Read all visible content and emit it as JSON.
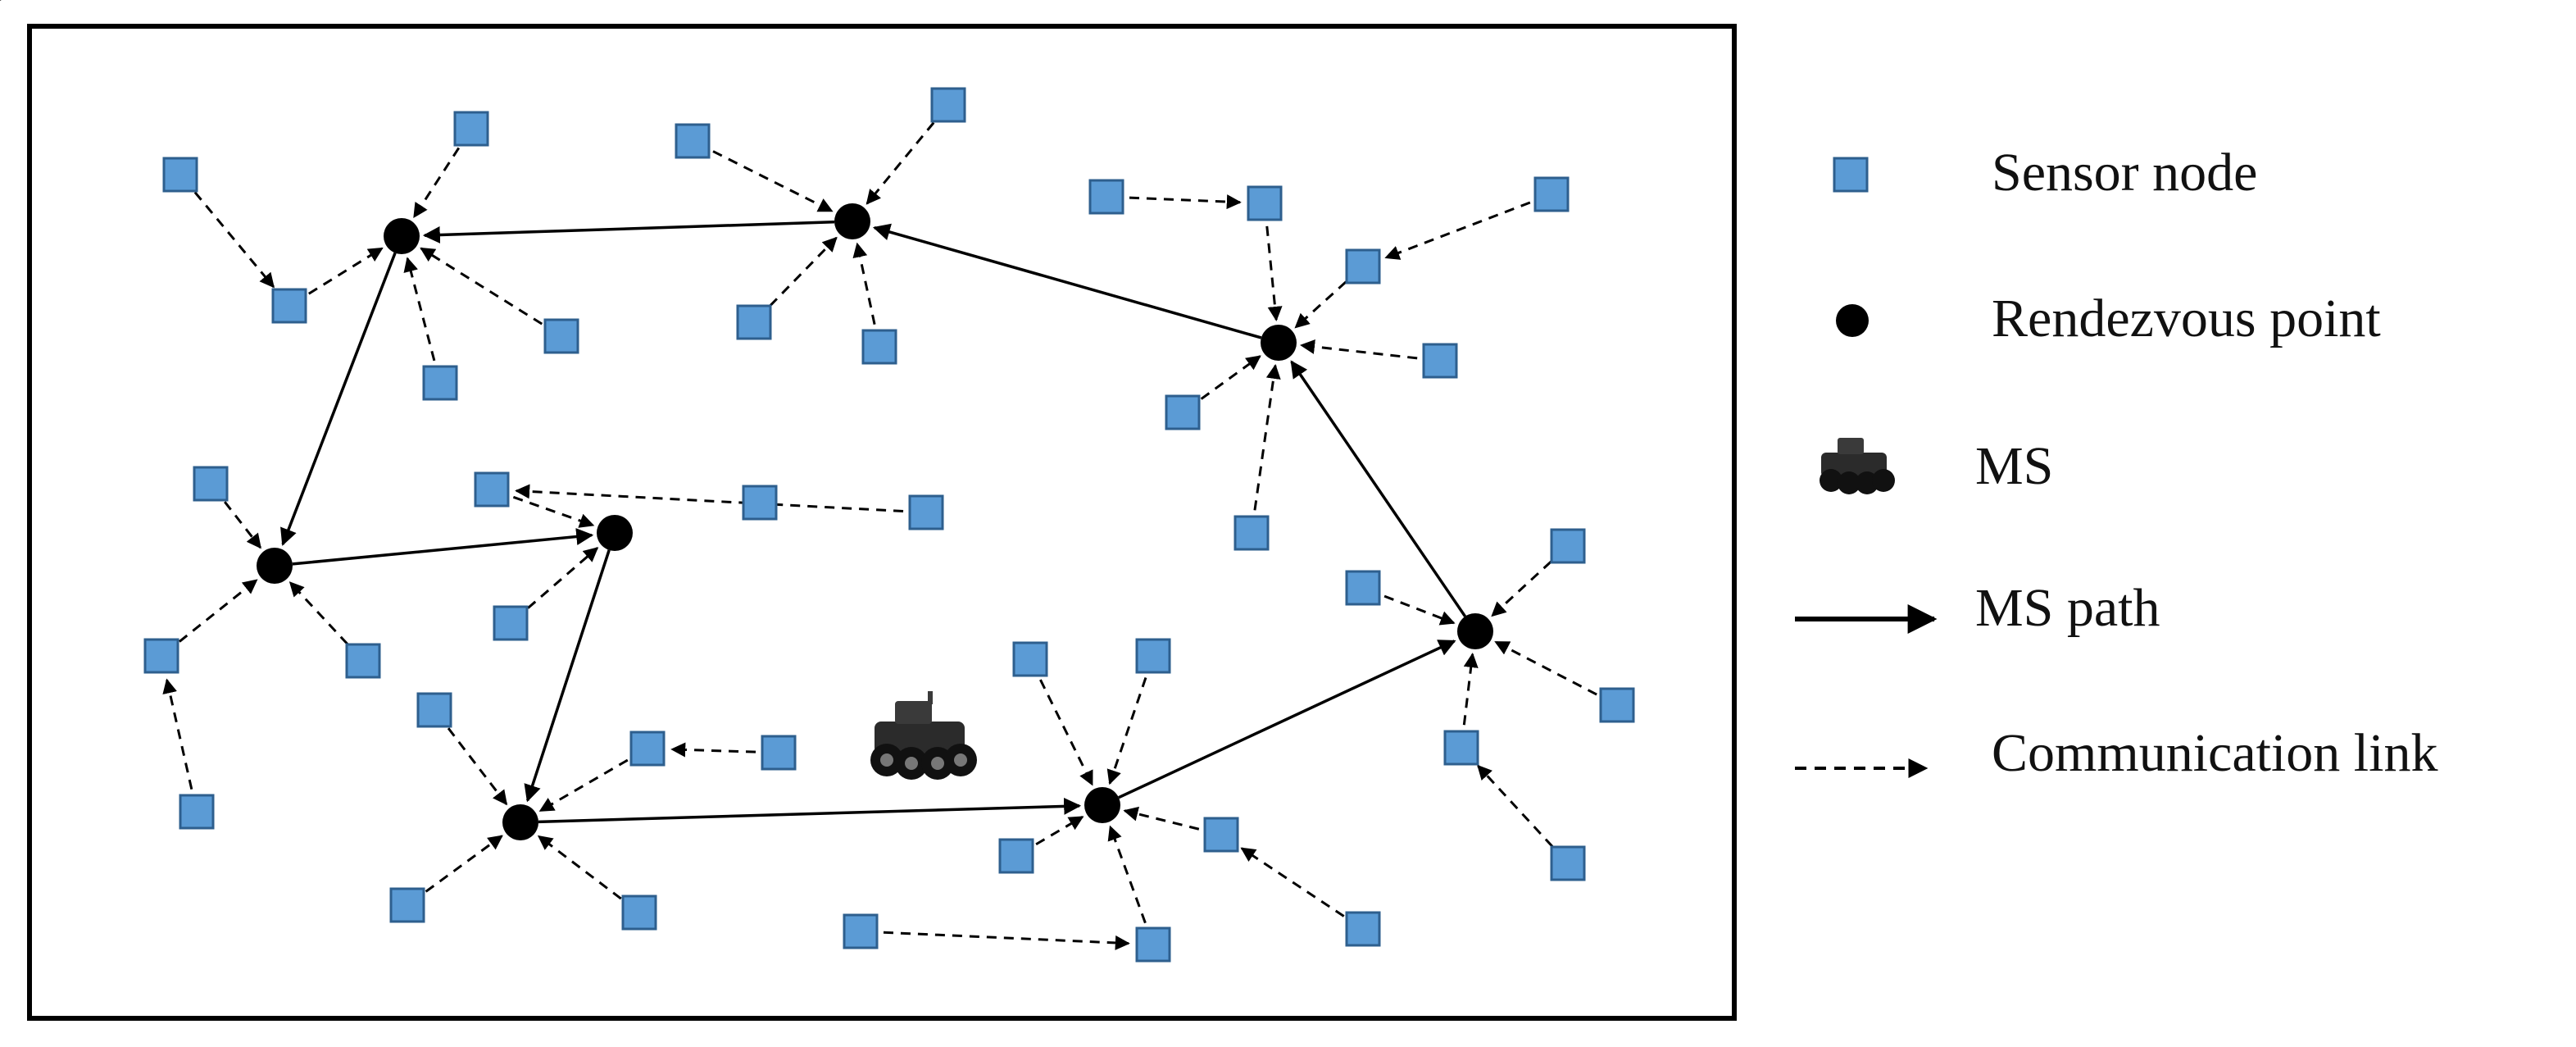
{
  "colors": {
    "sensor_fill": "#5b9bd5",
    "sensor_stroke": "#2e5f8e",
    "rendezvous": "#000000",
    "path": "#000000",
    "frame": "#000000"
  },
  "legend": {
    "sensor_node": "Sensor node",
    "rendezvous_point": "Rendezvous point",
    "ms": "MS",
    "ms_path": "MS path",
    "communication_link": "Communication link"
  },
  "icons": {
    "sensor": "square",
    "rendezvous": "filled-circle",
    "ms": "robot-vehicle-icon",
    "ms_path": "solid-arrow",
    "communication_link": "dashed-arrow"
  }
}
